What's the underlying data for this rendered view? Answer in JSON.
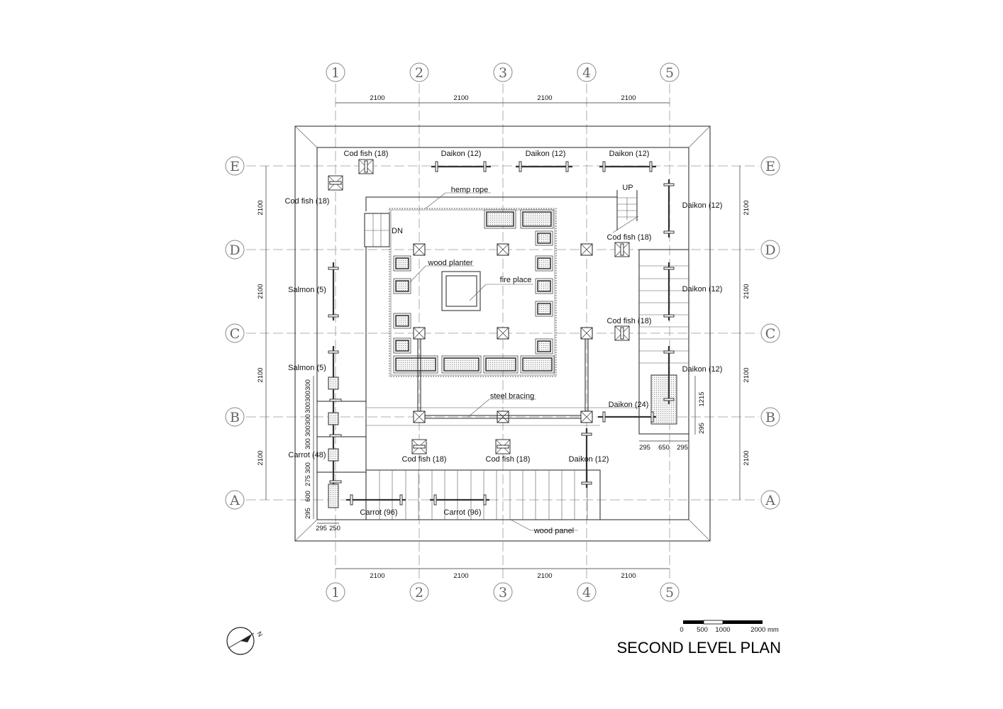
{
  "title": "SECOND LEVEL PLAN",
  "grid": {
    "columns": [
      "1",
      "2",
      "3",
      "4",
      "5"
    ],
    "rows": [
      "E",
      "D",
      "C",
      "B",
      "A"
    ]
  },
  "dimensions": {
    "bay": "2100",
    "left_stack": [
      "300",
      "300",
      "300",
      "300",
      "300",
      "300",
      "300",
      "275",
      "600",
      "295"
    ],
    "bottom_left": [
      "295",
      "250"
    ],
    "stair_width": [
      "295",
      "650",
      "295"
    ],
    "stair_height": [
      "1215",
      "295"
    ]
  },
  "labels": {
    "cod_fish": "Cod fish (18)",
    "daikon_12": "Daikon (12)",
    "daikon_24": "Daikon (24)",
    "salmon": "Salmon (5)",
    "carrot_48": "Carrot (48)",
    "carrot_96": "Carrot (96)",
    "hemp_rope": "hemp rope",
    "wood_planter": "wood planter",
    "fire_place": "fire place",
    "steel_bracing": "steel bracing",
    "wood_panel": "wood panel",
    "up": "UP",
    "dn": "DN"
  },
  "scale_bar": {
    "labels": [
      "0",
      "500",
      "1000",
      "2000 mm"
    ]
  },
  "north_arrow": {
    "label": "N"
  }
}
